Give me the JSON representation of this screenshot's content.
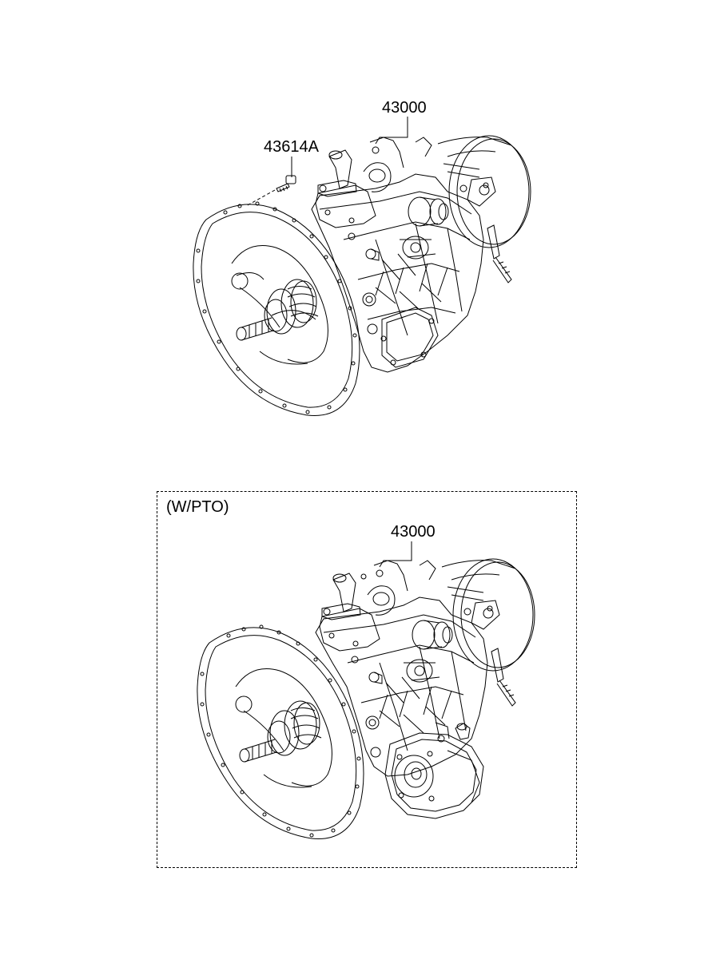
{
  "labels": {
    "top_assembly_part": "43000",
    "bolt_part": "43614A",
    "pto_box_title": "(W/PTO)",
    "bottom_assembly_part": "43000"
  },
  "colors": {
    "line": "#000000",
    "background": "#ffffff"
  }
}
